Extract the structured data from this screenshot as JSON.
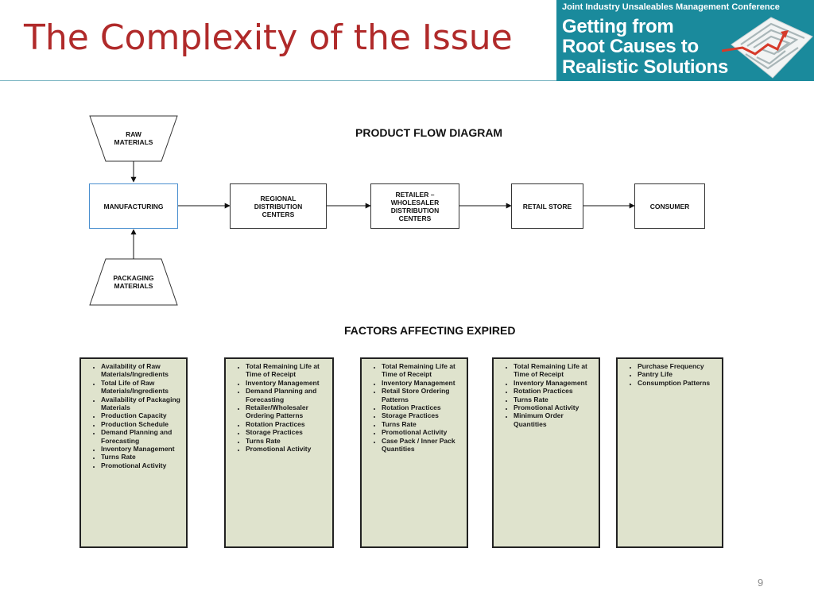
{
  "slide": {
    "title": "The Complexity of the Issue",
    "page_number": "9"
  },
  "banner": {
    "conference": "Joint Industry Unsaleables Management Conference",
    "headline_lines": [
      "Getting from",
      "Root Causes to",
      "Realistic Solutions"
    ],
    "logo_icon": "maze-icon",
    "colors": {
      "background": "#1a8a9c",
      "text": "#ffffff",
      "arrow": "#d63a2a"
    }
  },
  "product_flow": {
    "title": "PRODUCT FLOW DIAGRAM",
    "inputs": {
      "raw_materials": "RAW\nMATERIALS",
      "packaging_materials": "PACKAGING\nMATERIALS"
    },
    "stages": [
      "MANUFACTURING",
      "REGIONAL\nDISTRIBUTION\nCENTERS",
      "RETAILER –\nWHOLESALER\nDISTRIBUTION\nCENTERS",
      "RETAIL STORE",
      "CONSUMER"
    ]
  },
  "factors": {
    "title": "FACTORS AFFECTING EXPIRED",
    "columns": [
      [
        "Availability of Raw Materials/Ingredients",
        "Total Life of Raw Materials/Ingredients",
        "Availability of Packaging Materials",
        "Production Capacity",
        "Production Schedule",
        "Demand Planning and Forecasting",
        "Inventory Management",
        "Turns Rate",
        "Promotional Activity"
      ],
      [
        "Total Remaining Life at Time of Receipt",
        "Inventory Management",
        "Demand Planning and Forecasting",
        "Retailer/Wholesaler Ordering Patterns",
        "Rotation Practices",
        "Storage Practices",
        "Turns Rate",
        "Promotional Activity"
      ],
      [
        "Total Remaining Life at Time of Receipt",
        "Inventory Management",
        "Retail Store Ordering Patterns",
        "Rotation Practices",
        "Storage Practices",
        "Turns Rate",
        "Promotional Activity",
        "Case Pack / Inner Pack Quantities"
      ],
      [
        "Total Remaining Life at Time of Receipt",
        "Inventory Management",
        "Rotation Practices",
        "Turns Rate",
        "Promotional Activity",
        "Minimum Order Quantities"
      ],
      [
        "Purchase Frequency",
        "Pantry Life",
        "Consumption Patterns"
      ]
    ],
    "box_color": "#dfe3cd"
  }
}
